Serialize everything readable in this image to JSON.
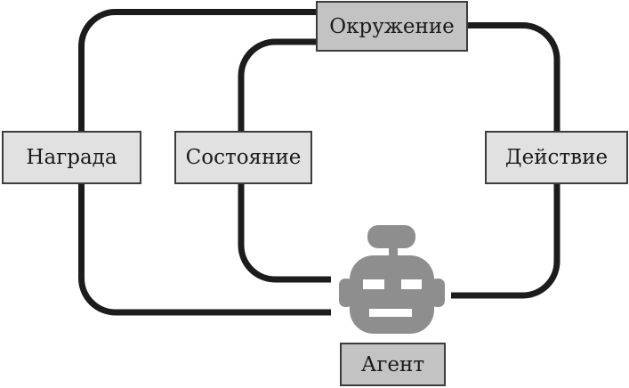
{
  "diagram": {
    "background_color": "#ffffff",
    "connector_color": "#1c1c1c",
    "robot_color": "#8e8e8e",
    "nodes": {
      "environment": {
        "label": "Окружение",
        "fill": "#c3c3c3"
      },
      "reward": {
        "label": "Награда",
        "fill": "#e1e1e1"
      },
      "state": {
        "label": "Состояние",
        "fill": "#e1e1e1"
      },
      "action": {
        "label": "Действие",
        "fill": "#e1e1e1"
      },
      "agent": {
        "label": "Агент",
        "fill": "#c3c3c3"
      }
    },
    "edges": [
      {
        "from": "environment",
        "through": "reward",
        "to": "agent"
      },
      {
        "from": "environment",
        "through": "state",
        "to": "agent"
      },
      {
        "from": "environment",
        "through": "action",
        "to": "agent"
      }
    ],
    "icons": {
      "robot": "robot-head-icon"
    }
  }
}
